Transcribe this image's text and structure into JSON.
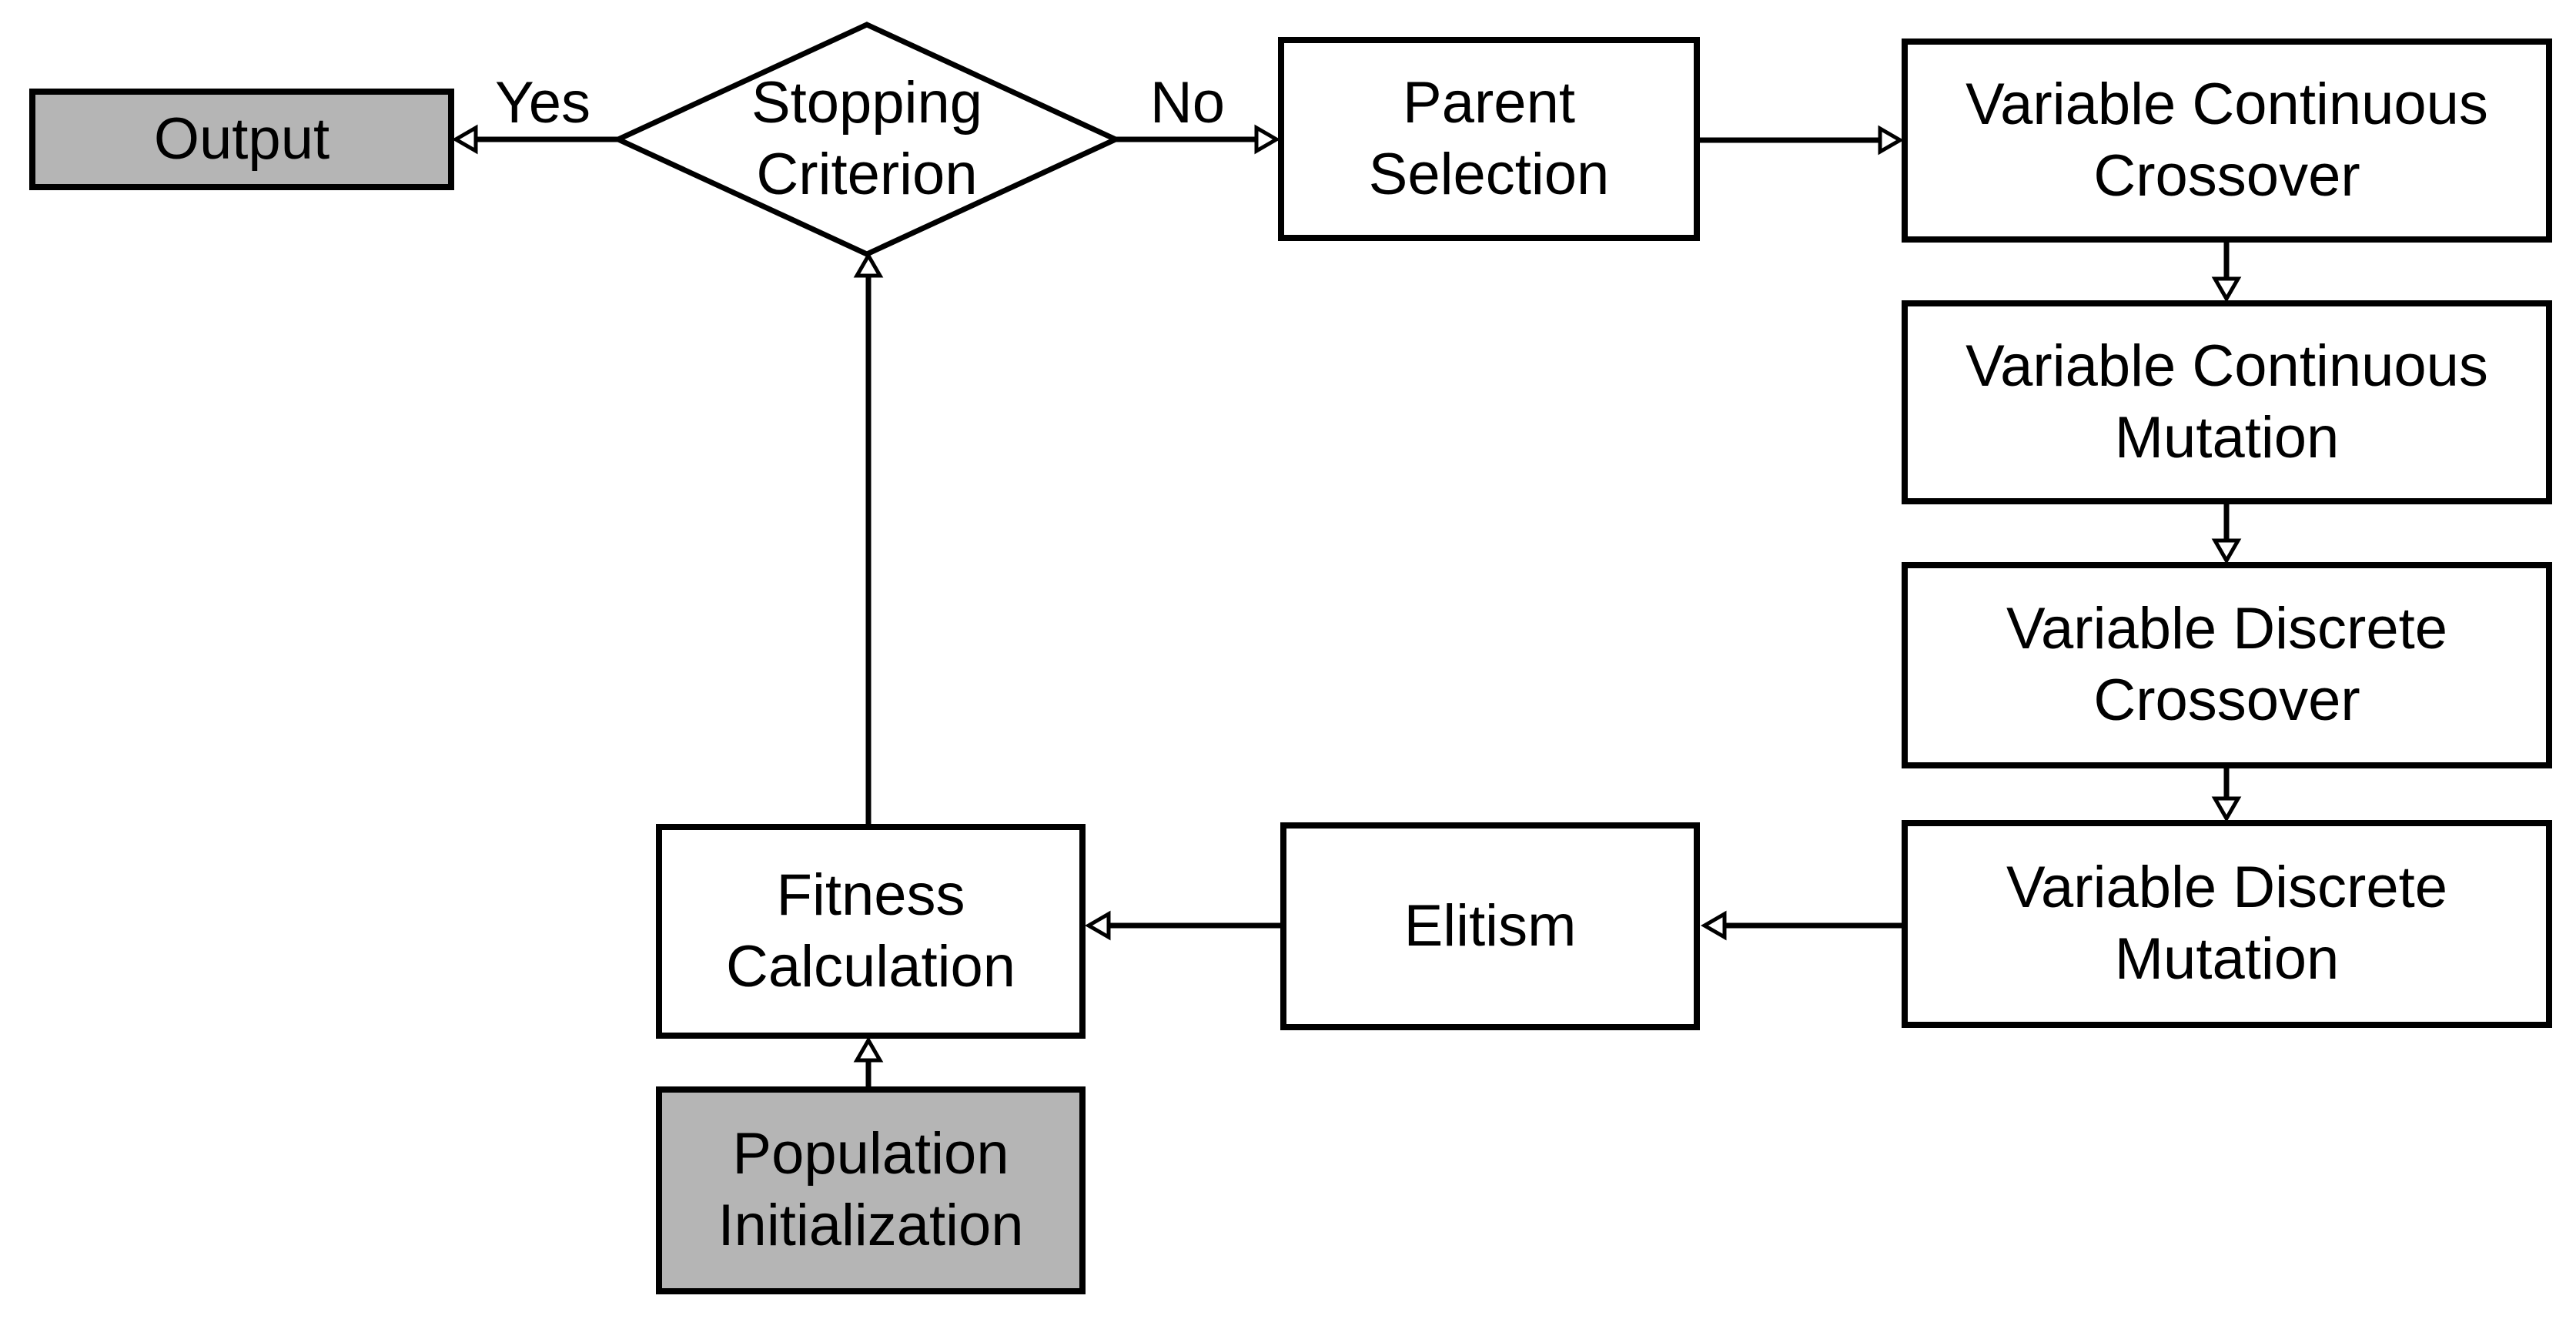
{
  "colors": {
    "background": "#ffffff",
    "node_fill": "#ffffff",
    "terminal_fill": "#b5b5b5",
    "stroke": "#000000"
  },
  "nodes": {
    "output": {
      "lines": [
        "Output"
      ]
    },
    "stopping_criterion": {
      "lines": [
        "Stopping",
        "Criterion"
      ]
    },
    "parent_selection": {
      "lines": [
        "Parent",
        "Selection"
      ]
    },
    "vc_crossover": {
      "lines": [
        "Variable Continuous",
        "Crossover"
      ]
    },
    "vc_mutation": {
      "lines": [
        "Variable Continuous",
        "Mutation"
      ]
    },
    "vd_crossover": {
      "lines": [
        "Variable Discrete",
        "Crossover"
      ]
    },
    "vd_mutation": {
      "lines": [
        "Variable Discrete",
        "Mutation"
      ]
    },
    "elitism": {
      "lines": [
        "Elitism"
      ]
    },
    "fitness_calculation": {
      "lines": [
        "Fitness",
        "Calculation"
      ]
    },
    "population_initialization": {
      "lines": [
        "Population",
        "Initialization"
      ]
    }
  },
  "edge_labels": {
    "yes": "Yes",
    "no": "No"
  }
}
